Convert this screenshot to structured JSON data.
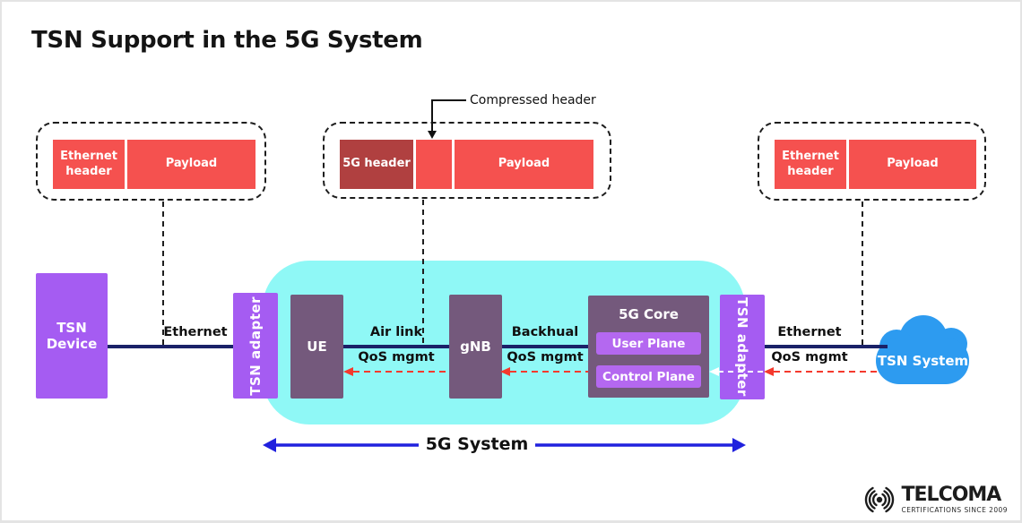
{
  "title": "TSN Support in the 5G System",
  "packet_frames": [
    {
      "id": "left",
      "segments": [
        {
          "label": "Ethernet header"
        },
        {
          "label": "Payload"
        }
      ]
    },
    {
      "id": "middle",
      "annotation": "Compressed header",
      "segments": [
        {
          "label": "5G header"
        },
        {
          "label": ""
        },
        {
          "label": "Payload"
        }
      ]
    },
    {
      "id": "right",
      "segments": [
        {
          "label": "Ethernet header"
        },
        {
          "label": "Payload"
        }
      ]
    }
  ],
  "nodes": {
    "tsn_device": "TSN Device",
    "tsn_adapter_left": "TSN adapter",
    "ue": "UE",
    "gnb": "gNB",
    "core": {
      "title": "5G Core",
      "user_plane": "User Plane",
      "control_plane": "Control Plane"
    },
    "tsn_adapter_right": "TSN adapter",
    "tsn_system": "TSN System"
  },
  "links": {
    "ethernet_left": "Ethernet",
    "air_link": "Air link",
    "qos_air": "QoS mgmt",
    "backhaul": "Backhual",
    "qos_backhaul": "QoS mgmt",
    "ethernet_right": "Ethernet",
    "qos_ethernet": "QoS mgmt"
  },
  "system_label": "5G System",
  "logo": {
    "name": "TELCOMA",
    "tagline": "CERTIFICATIONS SINCE 2009"
  },
  "colors": {
    "payload_red": "#F5514F",
    "header_dark_red": "#B04040",
    "accent_purple": "#A55CF2",
    "muted_purple": "#74597C",
    "plane_purple": "#B468F0",
    "cyan_panel": "#8FF8F6",
    "line_navy": "#1A2168",
    "qos_dash_red": "#F4392D",
    "system_arrow_blue": "#2021DE",
    "cloud_blue": "#2D9BF0"
  }
}
